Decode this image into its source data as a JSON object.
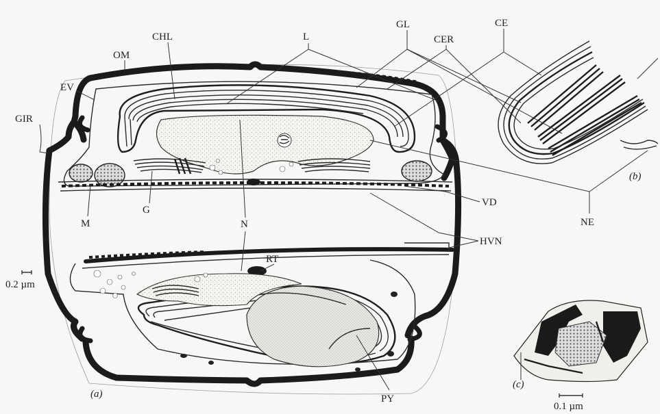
{
  "labels": {
    "CHL": "CHL",
    "L": "L",
    "GL": "GL",
    "CER": "CER",
    "CE": "CE",
    "OM": "OM",
    "EV": "EV",
    "GIR": "GIR",
    "M": "M",
    "G": "G",
    "N": "N",
    "VD": "VD",
    "NE": "NE",
    "HVN": "HVN",
    "RT": "RT",
    "PY": "PY"
  },
  "panels": {
    "a": "(a)",
    "b": "(b)",
    "c": "(c)"
  },
  "scale_bars": {
    "main": "0.2 µm",
    "inset_c": "0.1 µm"
  }
}
